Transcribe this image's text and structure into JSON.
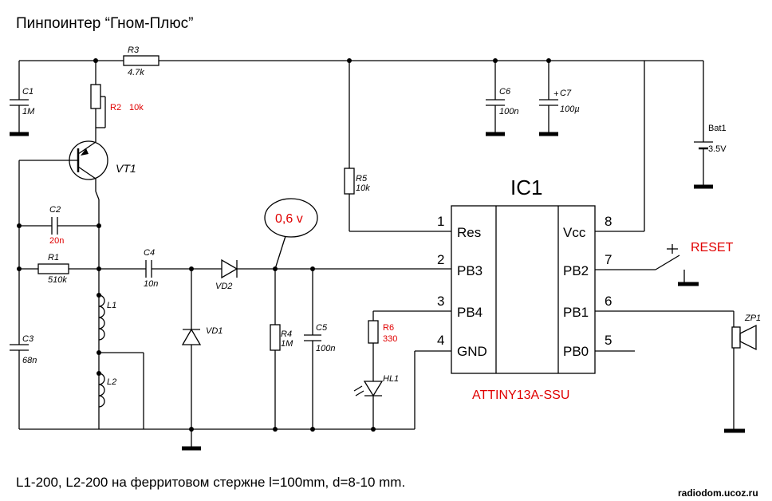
{
  "title": "Пинпоинтер “Гном-Плюс”",
  "note": "L1-200, L2-200  на ферритовом стержне l=100mm, d=8-10 mm.",
  "site": "radiodom.ucoz.ru",
  "ic": {
    "name": "IC1",
    "part": "ATTINY13A-SSU",
    "pins_left": [
      {
        "num": "1",
        "name": "Res"
      },
      {
        "num": "2",
        "name": "PB3"
      },
      {
        "num": "3",
        "name": "PB4"
      },
      {
        "num": "4",
        "name": "GND"
      }
    ],
    "pins_right": [
      {
        "num": "8",
        "name": "Vcc"
      },
      {
        "num": "7",
        "name": "PB2"
      },
      {
        "num": "6",
        "name": "PB1"
      },
      {
        "num": "5",
        "name": "PB0"
      }
    ]
  },
  "components": {
    "c1": {
      "ref": "C1",
      "value": "1M"
    },
    "r3": {
      "ref": "R3",
      "value": "4.7k"
    },
    "r2": {
      "ref": "R2",
      "value": "10k"
    },
    "vt1": {
      "ref": "VT1"
    },
    "c2": {
      "ref": "C2",
      "value": "20n"
    },
    "r1": {
      "ref": "R1",
      "value": "510k"
    },
    "c3": {
      "ref": "C3",
      "value": "68n"
    },
    "l1": {
      "ref": "L1"
    },
    "l2": {
      "ref": "L2"
    },
    "c4": {
      "ref": "C4",
      "value": "10n"
    },
    "vd1": {
      "ref": "VD1"
    },
    "vd2": {
      "ref": "VD2"
    },
    "r4": {
      "ref": "R4",
      "value": "1M"
    },
    "c5": {
      "ref": "C5",
      "value": "100n"
    },
    "r5": {
      "ref": "R5",
      "value": "10k"
    },
    "c6": {
      "ref": "C6",
      "value": "100n"
    },
    "c7": {
      "ref": "C7",
      "value": "100µ"
    },
    "bat1": {
      "ref": "Bat1",
      "value": "3.5V"
    },
    "r6": {
      "ref": "R6",
      "value": "330"
    },
    "hl1": {
      "ref": "HL1"
    },
    "zp1": {
      "ref": "ZP1"
    },
    "reset": {
      "label": "RESET"
    },
    "probe": {
      "label": "0,6 v"
    }
  },
  "colors": {
    "wire": "#000000",
    "red_text": "#e00000"
  }
}
